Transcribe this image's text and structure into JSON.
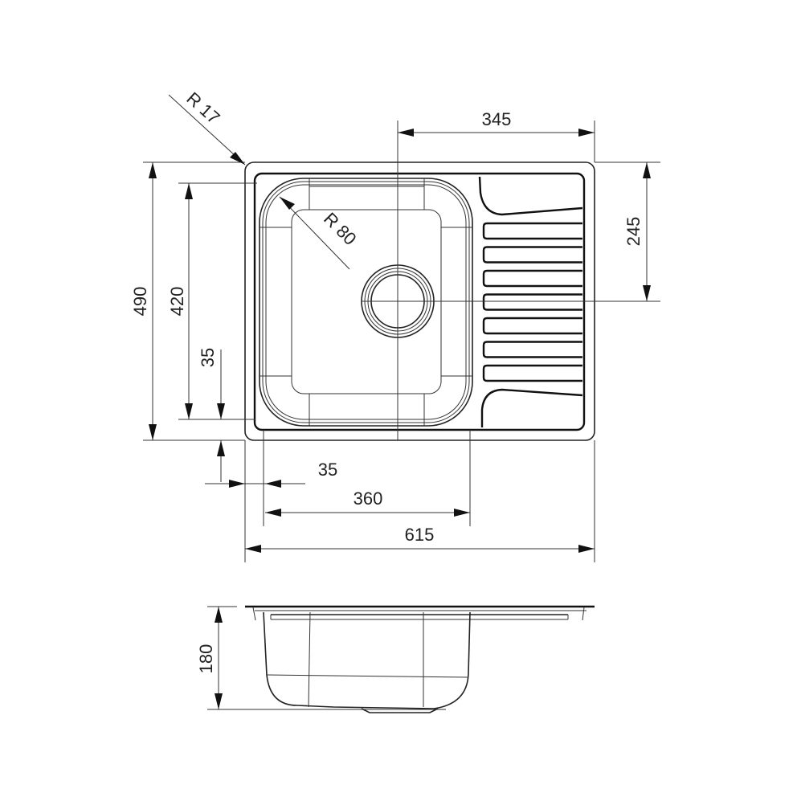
{
  "drawing": {
    "top_view": {
      "dim_width_total": "615",
      "dim_bowl_width": "360",
      "dim_left_margin": "35",
      "dim_bottom_margin": "35",
      "dim_drain_offset_x": "345",
      "dim_drain_offset_y": "245",
      "dim_height_total": "490",
      "dim_bowl_height": "420",
      "radius_outer": "R 17",
      "radius_bowl": "R 80",
      "drainer_ribs": 7
    },
    "side_view": {
      "dim_depth": "180"
    },
    "colors": {
      "line": "#222222",
      "background": "#ffffff"
    }
  }
}
